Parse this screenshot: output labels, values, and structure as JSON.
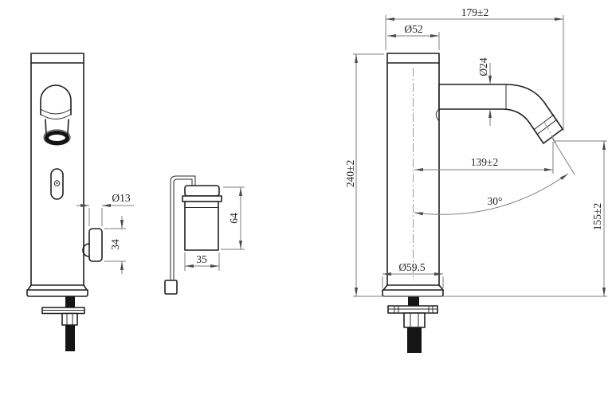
{
  "drawing": {
    "background": "#ffffff",
    "object_line_color": "#1f1f1f",
    "dimension_line_color": "#7d7d7d",
    "views": {
      "front_view": {
        "name": "faucet front view",
        "dims": {
          "knob_diameter": "Ø13",
          "knob_length": "34"
        }
      },
      "control_box": {
        "name": "control box with cable",
        "dims": {
          "box_height": "64",
          "box_width": "35"
        }
      },
      "side_view": {
        "name": "faucet side view",
        "dims": {
          "overall_reach": "179±2",
          "top_diameter": "Ø52",
          "spout_diameter": "Ø24",
          "overall_height": "240±2",
          "spout_reach": "139±2",
          "outlet_angle": "30°",
          "outlet_height": "155±2",
          "base_diameter": "Ø59.5"
        }
      }
    }
  }
}
